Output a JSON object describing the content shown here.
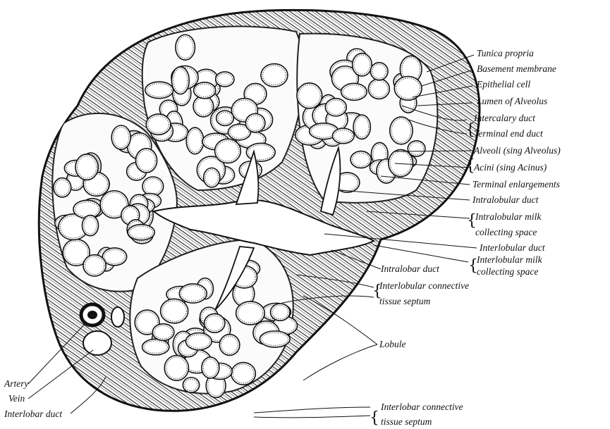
{
  "figure": {
    "labels": {
      "tunica_propria": "Tunica propria",
      "basement_membrane": "Basement membrane",
      "epithelial_cell": "Epithelial cell",
      "lumen_of_alveolus": "Lumen of Alveolus",
      "intercalary_duct": "Intercalary duct",
      "terminal_end_duct": "Terminal end duct",
      "alveoli": "Alveoli (sing Alveolus)",
      "acini": "Acini (sing Acinus)",
      "terminal_enlargements": "Terminal enlargements",
      "intralobular_duct": "Intralobular duct",
      "intralobular_milk_1": "Intralobular milk",
      "intralobular_milk_2": "collecting space",
      "interlobular_duct": "Interlobular duct",
      "interlobular_milk_1": "Interlobular milk",
      "interlobular_milk_2": "collecting space",
      "intralobar_duct": "Intralobar duct",
      "interlobular_ct_1": "Interlobular connective",
      "interlobular_ct_2": "tissue septum",
      "lobule": "Lobule",
      "artery": "Artery",
      "vein": "Vein",
      "interlobar_duct": "Interlobar duct",
      "interlobar_ct_1": "Interlobar connective",
      "interlobar_ct_2": "tissue septum"
    },
    "colors": {
      "ink": "#111111",
      "paper": "#ffffff",
      "tissue": "#2a2a2a"
    }
  }
}
